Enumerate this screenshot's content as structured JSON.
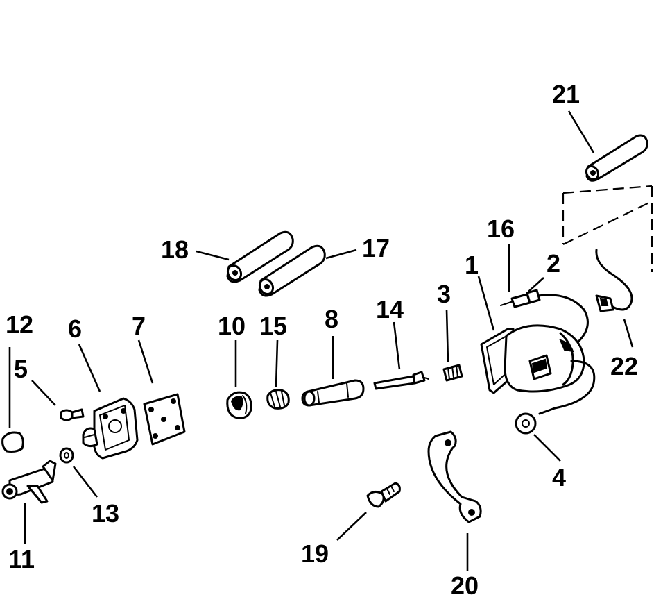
{
  "callouts": {
    "c1": "1",
    "c2": "2",
    "c3": "3",
    "c4": "4",
    "c5": "5",
    "c6": "6",
    "c7": "7",
    "c8": "8",
    "c10": "10",
    "c11": "11",
    "c12": "12",
    "c13": "13",
    "c14": "14",
    "c15": "15",
    "c16": "16",
    "c17": "17",
    "c18": "18",
    "c19": "19",
    "c20": "20",
    "c21": "21",
    "c22": "22"
  }
}
